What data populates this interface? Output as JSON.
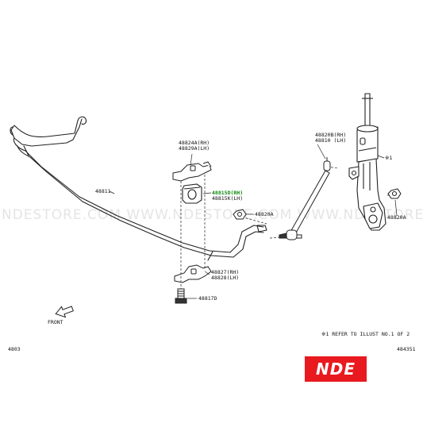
{
  "watermark": "NDESTORE.COM  WWW.NDESTORE.COM  WWW.NDESTORE.C",
  "labels": {
    "p48811": "48811",
    "p48824a": "48824A(RH)",
    "p48829a": "48829A(LH)",
    "p48815d": "48815D(RH)",
    "p48815k": "48815K(LH)",
    "p48820a_mid": "48820A",
    "p48820b": "48820B(RH)",
    "p48810": "48810 (LH)",
    "ref1": "※1",
    "p48820a_right": "48820A",
    "p48827": "48827(RH)",
    "p48828": "48828(LH)",
    "p48817d": "48817D",
    "front": "FRONT",
    "refer_note": "※1 REFER TO ILLUST NO.1 OF 2",
    "code_left": "4803",
    "code_right": "484351"
  },
  "brand": {
    "text": "NDE",
    "color": "#e8191f"
  },
  "highlight_color": "#0a8a0a"
}
